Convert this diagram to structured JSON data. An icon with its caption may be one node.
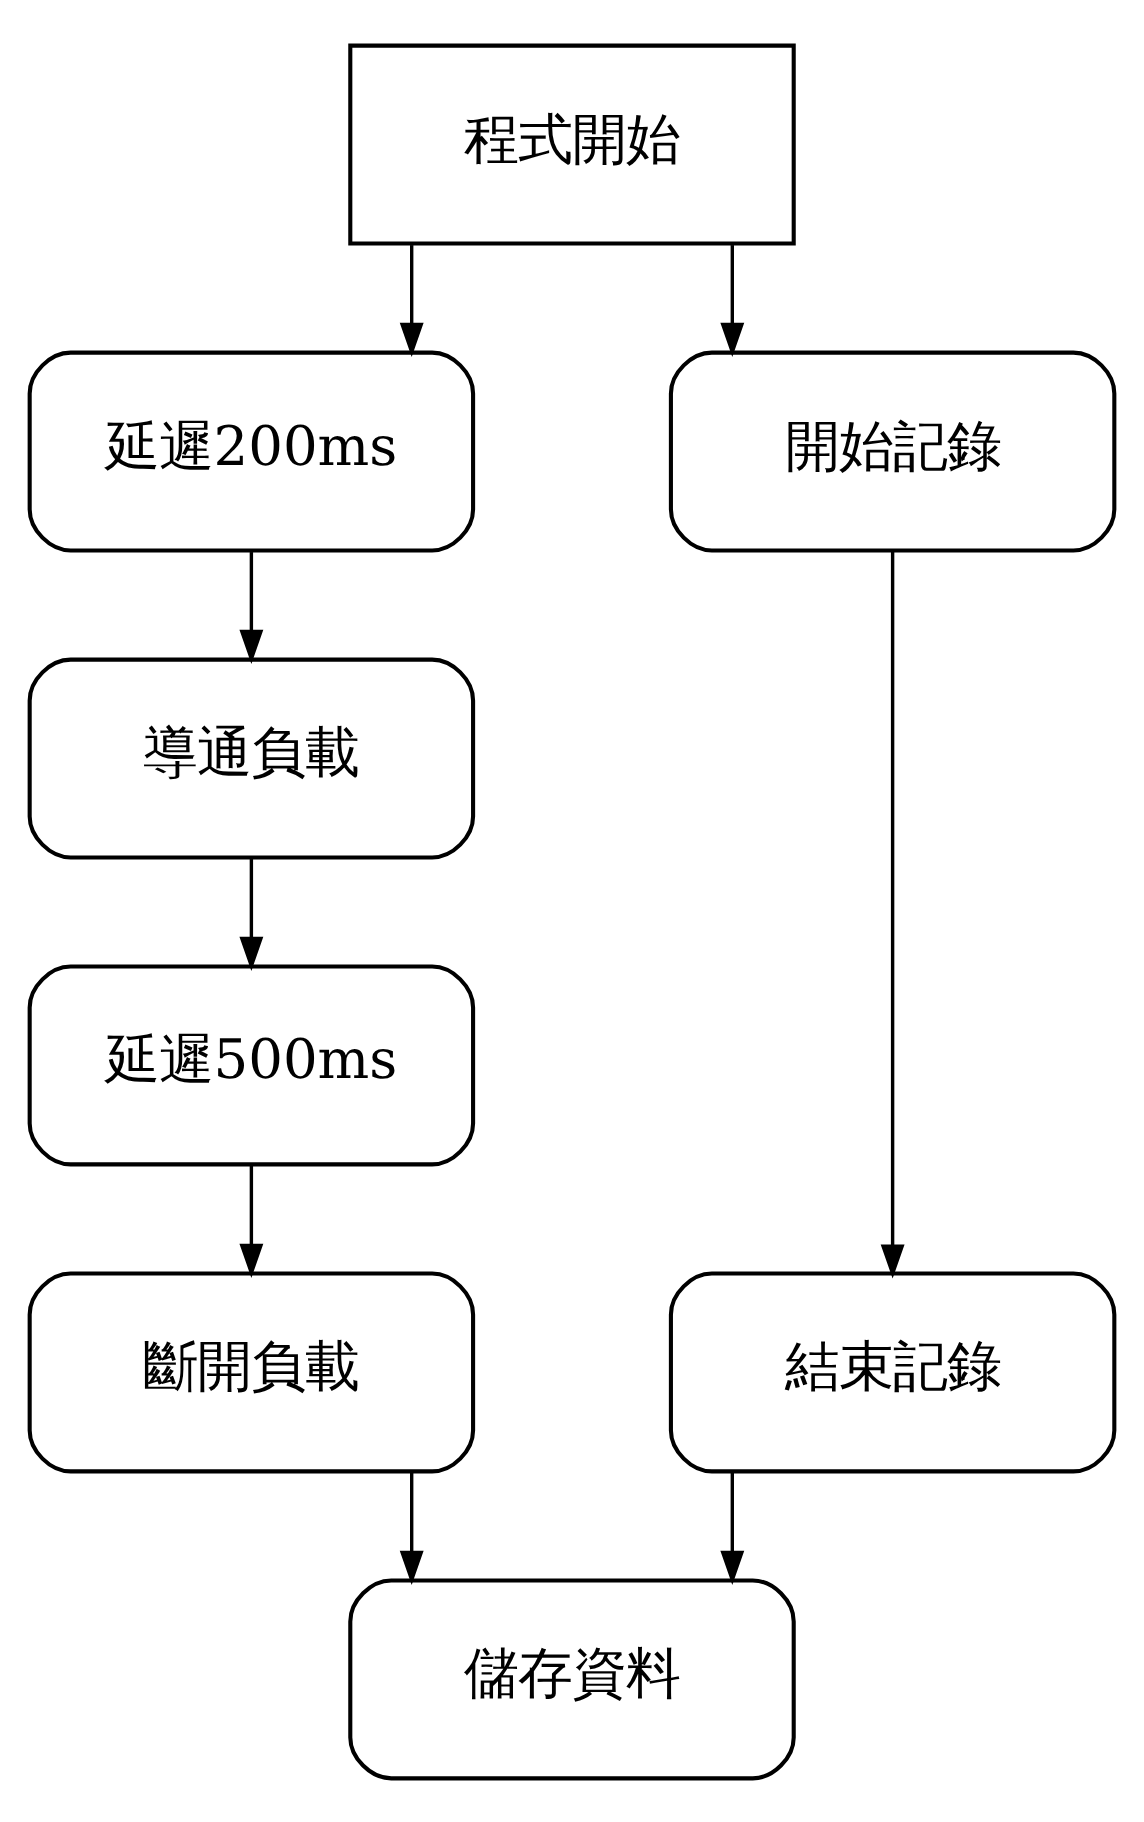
{
  "diagram": {
    "nodes": [
      {
        "text": [
          "程式開始"
        ]
      },
      {
        "text": [
          "延遲200ms"
        ]
      },
      {
        "text": [
          "開始記錄"
        ]
      },
      {
        "text": [
          "導通負載"
        ]
      },
      {
        "text": [
          "延遲500ms"
        ]
      },
      {
        "text": [
          "斷開負載"
        ]
      },
      {
        "text": [
          "結束記錄"
        ]
      },
      {
        "text": [
          "儲存資料"
        ]
      }
    ],
    "edges": [
      {
        "from": 0,
        "to": 1,
        "arrow": "to"
      },
      {
        "from": 0,
        "to": 2,
        "arrow": "to"
      },
      {
        "from": 1,
        "to": 3,
        "arrow": "to"
      },
      {
        "from": 3,
        "to": 4,
        "arrow": "to"
      },
      {
        "from": 4,
        "to": 5,
        "arrow": "to"
      },
      {
        "from": 2,
        "to": 6,
        "arrow": "to"
      },
      {
        "from": 5,
        "to": 7,
        "arrow": "to"
      },
      {
        "from": 6,
        "to": 7,
        "arrow": "to"
      }
    ]
  }
}
